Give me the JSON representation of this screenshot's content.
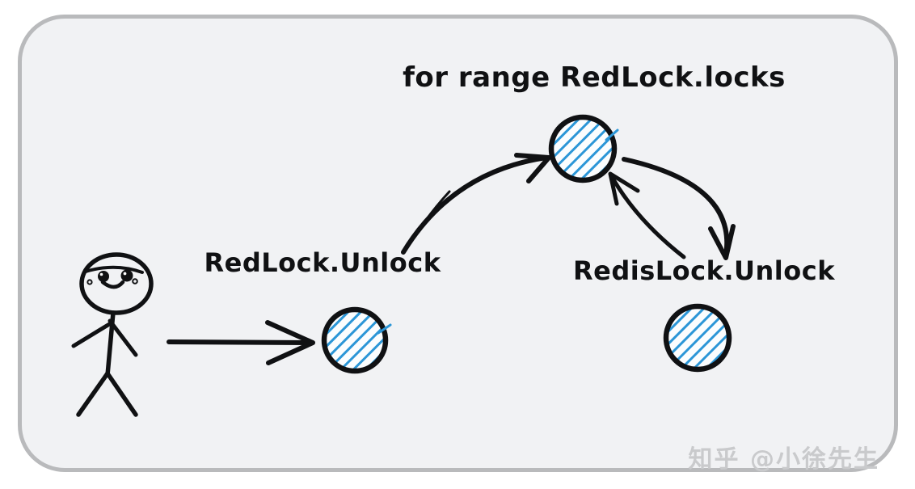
{
  "diagram": {
    "top_label": "for range RedLock.locks",
    "left_label": "RedLock.Unlock",
    "right_label": "RedisLock.Unlock",
    "colors": {
      "ink": "#101113",
      "hatch": "#2b96d7",
      "node_fill": "#fbfdfe",
      "card_bg": "#f1f2f4",
      "card_border": "#b9babc",
      "watermark": "#c9cacc",
      "page_bg": "#ffffff"
    },
    "actor": {
      "type": "smiling-stick-figure"
    },
    "nodes": [
      {
        "id": "redlock-call",
        "label": "RedLock.Unlock",
        "shape": "blue-hatched-circle"
      },
      {
        "id": "for-range-loop",
        "label": "for range RedLock.locks",
        "shape": "blue-hatched-circle"
      },
      {
        "id": "redislock-call",
        "label": "RedisLock.Unlock",
        "shape": "blue-hatched-circle"
      }
    ],
    "edges": [
      {
        "from": "actor",
        "to": "redlock-call",
        "style": "straight-arrow"
      },
      {
        "from": "redlock-call",
        "to": "for-range-loop",
        "style": "curved-arrow"
      },
      {
        "from": "for-range-loop",
        "to": "redislock-call",
        "style": "curved-arrow"
      },
      {
        "from": "redislock-call",
        "to": "for-range-loop",
        "style": "curved-arrow"
      }
    ]
  },
  "watermark": {
    "text": "知乎 @小徐先生"
  }
}
